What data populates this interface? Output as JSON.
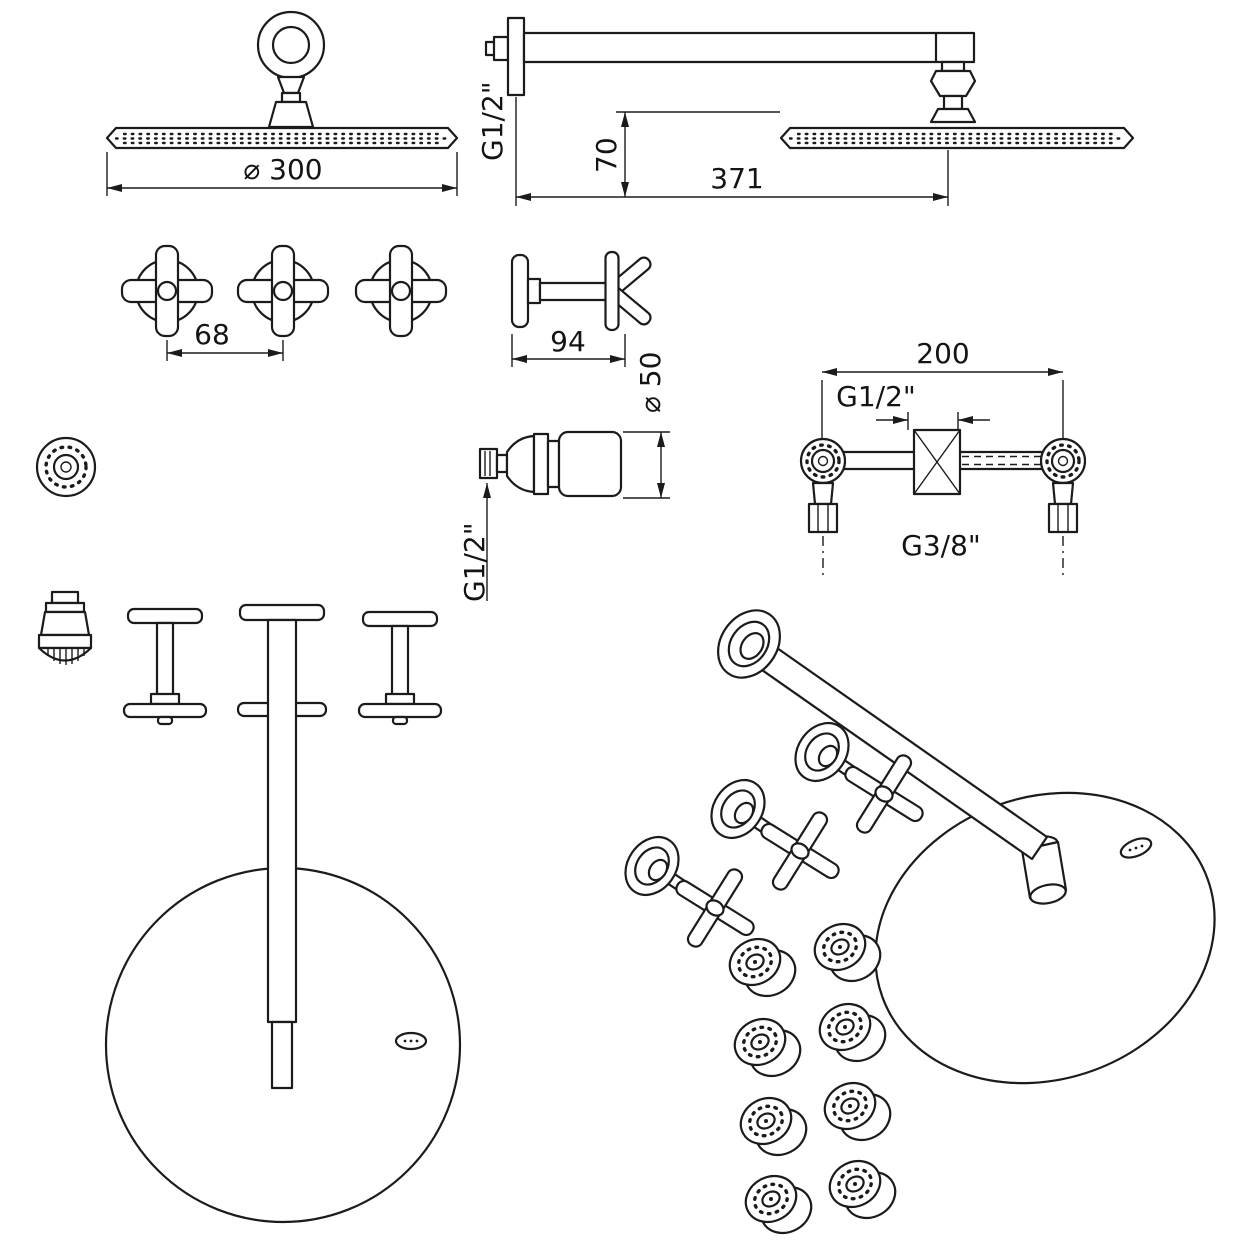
{
  "page": {
    "background": "#ffffff",
    "line_color": "#1b1b1b"
  },
  "front_view": {
    "head_diameter": "⌀ 300"
  },
  "side_view": {
    "wall_thread": "G1/2\"",
    "drop_height": "70",
    "arm_length": "371"
  },
  "handles_front_view": {
    "spacing": "68"
  },
  "handle_side_view": {
    "width": "94"
  },
  "body_jet": {
    "diameter": "⌀ 50",
    "thread": "G1/2\""
  },
  "valve_assembly": {
    "centers_distance": "200",
    "inlet_thread": "G1/2\"",
    "outlet_thread": "G3/8\""
  }
}
